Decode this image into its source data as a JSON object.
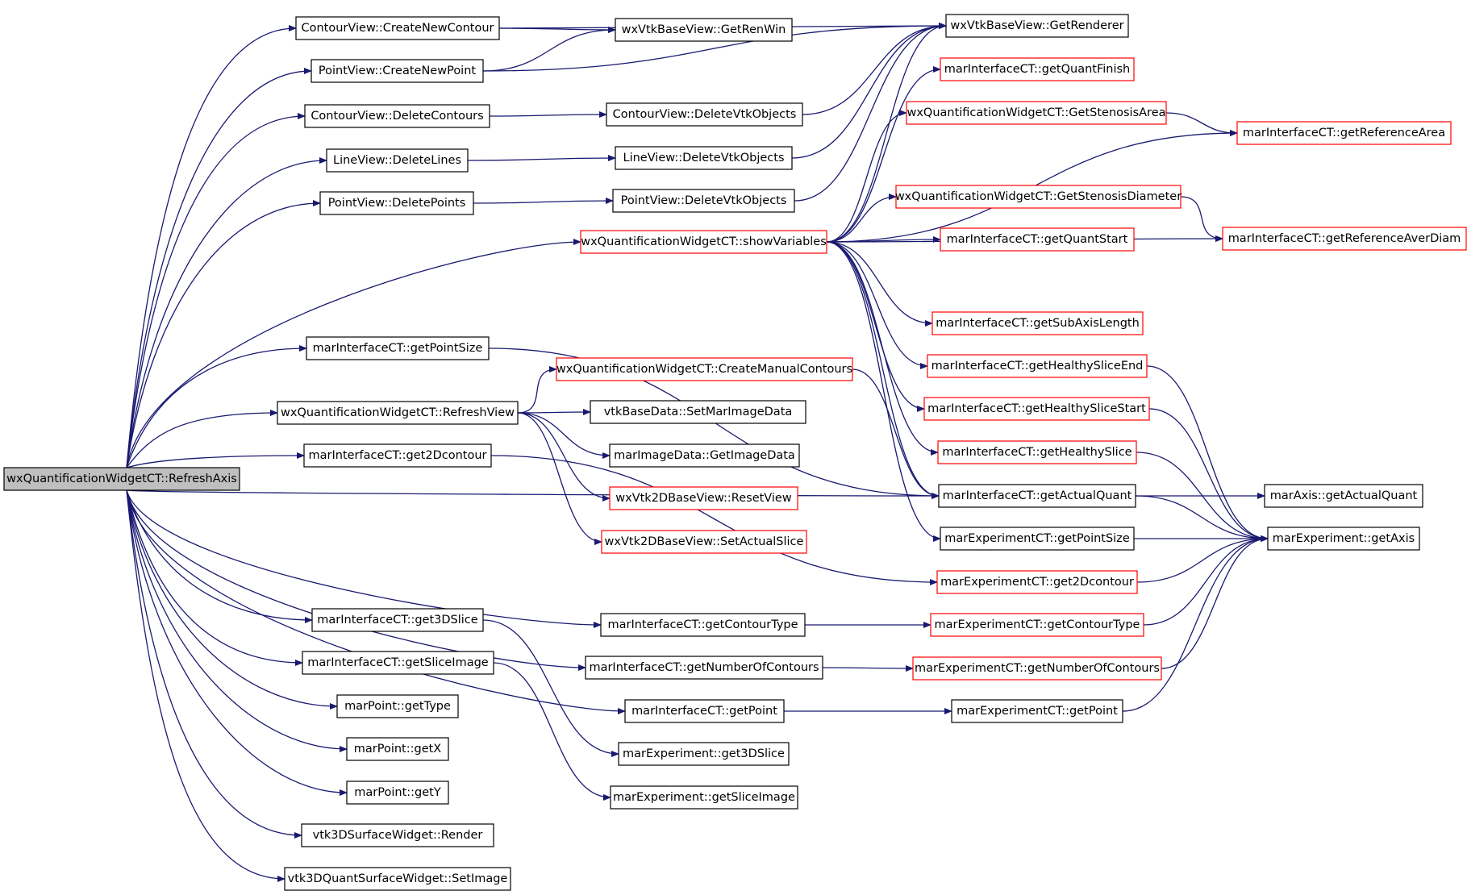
{
  "colors": {
    "edge": "#191970",
    "root_fill": "#bfbfbf",
    "border_black": "#000000",
    "border_red": "#ff0000"
  },
  "nodes": [
    {
      "id": "root",
      "label": "wxQuantificationWidgetCT::RefreshAxis",
      "style": "root"
    },
    {
      "id": "cv_create",
      "label": "ContourView::CreateNewContour",
      "style": "black"
    },
    {
      "id": "pv_create",
      "label": "PointView::CreateNewPoint",
      "style": "black"
    },
    {
      "id": "cv_delete",
      "label": "ContourView::DeleteContours",
      "style": "black"
    },
    {
      "id": "lv_delete",
      "label": "LineView::DeleteLines",
      "style": "black"
    },
    {
      "id": "pv_delete",
      "label": "PointView::DeletePoints",
      "style": "black"
    },
    {
      "id": "showvars",
      "label": "wxQuantificationWidgetCT::showVariables",
      "style": "red"
    },
    {
      "id": "getpointsize",
      "label": "marInterfaceCT::getPointSize",
      "style": "black"
    },
    {
      "id": "refreshview",
      "label": "wxQuantificationWidgetCT::RefreshView",
      "style": "black"
    },
    {
      "id": "get2d",
      "label": "marInterfaceCT::get2Dcontour",
      "style": "black"
    },
    {
      "id": "get3dslice",
      "label": "marInterfaceCT::get3DSlice",
      "style": "black"
    },
    {
      "id": "getsliceimage",
      "label": "marInterfaceCT::getSliceImage",
      "style": "black"
    },
    {
      "id": "mp_gettype",
      "label": "marPoint::getType",
      "style": "black"
    },
    {
      "id": "mp_getx",
      "label": "marPoint::getX",
      "style": "black"
    },
    {
      "id": "mp_gety",
      "label": "marPoint::getY",
      "style": "black"
    },
    {
      "id": "render",
      "label": "vtk3DSurfaceWidget::Render",
      "style": "black"
    },
    {
      "id": "setimage",
      "label": "vtk3DQuantSurfaceWidget::SetImage",
      "style": "black"
    },
    {
      "id": "getrenwin",
      "label": "wxVtkBaseView::GetRenWin",
      "style": "black"
    },
    {
      "id": "cv_delvtk",
      "label": "ContourView::DeleteVtkObjects",
      "style": "black"
    },
    {
      "id": "lv_delvtk",
      "label": "LineView::DeleteVtkObjects",
      "style": "black"
    },
    {
      "id": "pv_delvtk",
      "label": "PointView::DeleteVtkObjects",
      "style": "black"
    },
    {
      "id": "createmanual",
      "label": "wxQuantificationWidgetCT::CreateManualContours",
      "style": "red"
    },
    {
      "id": "setmarimage",
      "label": "vtkBaseData::SetMarImageData",
      "style": "black"
    },
    {
      "id": "getimagedata",
      "label": "marImageData::GetImageData",
      "style": "black"
    },
    {
      "id": "resetview",
      "label": "wxVtk2DBaseView::ResetView",
      "style": "red"
    },
    {
      "id": "setactualslice",
      "label": "wxVtk2DBaseView::SetActualSlice",
      "style": "red"
    },
    {
      "id": "getcontourtype",
      "label": "marInterfaceCT::getContourType",
      "style": "black"
    },
    {
      "id": "getnumcontours",
      "label": "marInterfaceCT::getNumberOfContours",
      "style": "black"
    },
    {
      "id": "getpoint",
      "label": "marInterfaceCT::getPoint",
      "style": "black"
    },
    {
      "id": "me_get3dslice",
      "label": "marExperiment::get3DSlice",
      "style": "black"
    },
    {
      "id": "me_getsliceimage",
      "label": "marExperiment::getSliceImage",
      "style": "black"
    },
    {
      "id": "getrenderer",
      "label": "wxVtkBaseView::GetRenderer",
      "style": "black"
    },
    {
      "id": "getquantfinish",
      "label": "marInterfaceCT::getQuantFinish",
      "style": "red"
    },
    {
      "id": "getstenosisarea",
      "label": "wxQuantificationWidgetCT::GetStenosisArea",
      "style": "red"
    },
    {
      "id": "getstenosisdiam",
      "label": "wxQuantificationWidgetCT::GetStenosisDiameter",
      "style": "red"
    },
    {
      "id": "getquantstart",
      "label": "marInterfaceCT::getQuantStart",
      "style": "red"
    },
    {
      "id": "getsubaxis",
      "label": "marInterfaceCT::getSubAxisLength",
      "style": "red"
    },
    {
      "id": "gethealthyend",
      "label": "marInterfaceCT::getHealthySliceEnd",
      "style": "red"
    },
    {
      "id": "gethealthystart",
      "label": "marInterfaceCT::getHealthySliceStart",
      "style": "red"
    },
    {
      "id": "gethealthy",
      "label": "marInterfaceCT::getHealthySlice",
      "style": "red"
    },
    {
      "id": "getactualquant",
      "label": "marInterfaceCT::getActualQuant",
      "style": "black"
    },
    {
      "id": "mect_getpointsize",
      "label": "marExperimentCT::getPointSize",
      "style": "black"
    },
    {
      "id": "mect_get2d",
      "label": "marExperimentCT::get2Dcontour",
      "style": "red"
    },
    {
      "id": "mect_getcontourtype",
      "label": "marExperimentCT::getContourType",
      "style": "red"
    },
    {
      "id": "mect_getnumcontours",
      "label": "marExperimentCT::getNumberOfContours",
      "style": "red"
    },
    {
      "id": "mect_getpoint",
      "label": "marExperimentCT::getPoint",
      "style": "black"
    },
    {
      "id": "getrefarea",
      "label": "marInterfaceCT::getReferenceArea",
      "style": "red"
    },
    {
      "id": "getrefaverdiam",
      "label": "marInterfaceCT::getReferenceAverDiam",
      "style": "red"
    },
    {
      "id": "maraxis_getactualquant",
      "label": "marAxis::getActualQuant",
      "style": "black"
    },
    {
      "id": "me_getaxis",
      "label": "marExperiment::getAxis",
      "style": "black"
    }
  ],
  "edges": [
    [
      "root",
      "cv_create"
    ],
    [
      "root",
      "pv_create"
    ],
    [
      "root",
      "cv_delete"
    ],
    [
      "root",
      "lv_delete"
    ],
    [
      "root",
      "pv_delete"
    ],
    [
      "root",
      "showvars"
    ],
    [
      "root",
      "getpointsize"
    ],
    [
      "root",
      "refreshview"
    ],
    [
      "root",
      "get2d"
    ],
    [
      "root",
      "get3dslice"
    ],
    [
      "root",
      "getsliceimage"
    ],
    [
      "root",
      "mp_gettype"
    ],
    [
      "root",
      "mp_getx"
    ],
    [
      "root",
      "mp_gety"
    ],
    [
      "root",
      "render"
    ],
    [
      "root",
      "setimage"
    ],
    [
      "root",
      "getactualquant"
    ],
    [
      "root",
      "getcontourtype"
    ],
    [
      "root",
      "getnumcontours"
    ],
    [
      "root",
      "getpoint"
    ],
    [
      "cv_create",
      "getrenderer"
    ],
    [
      "cv_create",
      "getrenwin"
    ],
    [
      "pv_create",
      "getrenwin"
    ],
    [
      "pv_create",
      "getrenderer"
    ],
    [
      "cv_delete",
      "cv_delvtk"
    ],
    [
      "lv_delete",
      "lv_delvtk"
    ],
    [
      "pv_delete",
      "pv_delvtk"
    ],
    [
      "cv_delvtk",
      "getrenderer"
    ],
    [
      "lv_delvtk",
      "getrenderer"
    ],
    [
      "pv_delvtk",
      "getrenderer"
    ],
    [
      "showvars",
      "getrenderer"
    ],
    [
      "showvars",
      "getquantfinish"
    ],
    [
      "showvars",
      "getstenosisarea"
    ],
    [
      "showvars",
      "getrefarea"
    ],
    [
      "showvars",
      "getstenosisdiam"
    ],
    [
      "showvars",
      "getquantstart"
    ],
    [
      "showvars",
      "getrefaverdiam"
    ],
    [
      "showvars",
      "getsubaxis"
    ],
    [
      "showvars",
      "gethealthyend"
    ],
    [
      "showvars",
      "gethealthystart"
    ],
    [
      "showvars",
      "gethealthy"
    ],
    [
      "showvars",
      "getactualquant"
    ],
    [
      "showvars",
      "mect_getpointsize"
    ],
    [
      "getpointsize",
      "getactualquant"
    ],
    [
      "refreshview",
      "createmanual"
    ],
    [
      "refreshview",
      "setmarimage"
    ],
    [
      "refreshview",
      "getimagedata"
    ],
    [
      "refreshview",
      "resetview"
    ],
    [
      "refreshview",
      "setactualslice"
    ],
    [
      "createmanual",
      "getactualquant"
    ],
    [
      "get2d",
      "mect_get2d"
    ],
    [
      "get3dslice",
      "me_get3dslice"
    ],
    [
      "getsliceimage",
      "me_getsliceimage"
    ],
    [
      "getcontourtype",
      "mect_getcontourtype"
    ],
    [
      "getnumcontours",
      "mect_getnumcontours"
    ],
    [
      "getpoint",
      "mect_getpoint"
    ],
    [
      "getstenosisarea",
      "getrefarea"
    ],
    [
      "getstenosisdiam",
      "getrefaverdiam"
    ],
    [
      "gethealthyend",
      "me_getaxis"
    ],
    [
      "gethealthystart",
      "me_getaxis"
    ],
    [
      "gethealthy",
      "me_getaxis"
    ],
    [
      "getactualquant",
      "maraxis_getactualquant"
    ],
    [
      "getactualquant",
      "me_getaxis"
    ],
    [
      "mect_getpointsize",
      "me_getaxis"
    ],
    [
      "mect_get2d",
      "me_getaxis"
    ],
    [
      "mect_getcontourtype",
      "me_getaxis"
    ],
    [
      "mect_getnumcontours",
      "me_getaxis"
    ],
    [
      "mect_getpoint",
      "me_getaxis"
    ]
  ]
}
